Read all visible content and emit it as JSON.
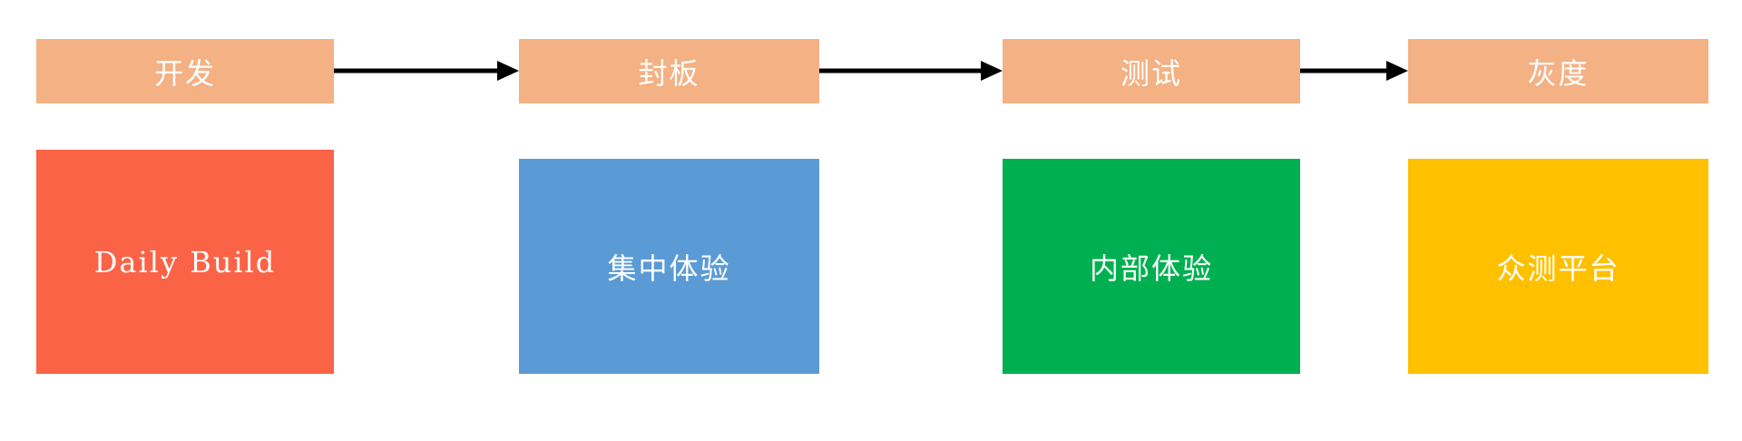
{
  "diagram": {
    "title": "release-pipeline-flow",
    "stages": [
      {
        "id": "dev",
        "label": "开发",
        "platform": "Daily Build",
        "platform_color": "#FB6347"
      },
      {
        "id": "freeze",
        "label": "封板",
        "platform": "集中体验",
        "platform_color": "#5B9BD5"
      },
      {
        "id": "test",
        "label": "测试",
        "platform": "内部体验",
        "platform_color": "#00B050"
      },
      {
        "id": "gray",
        "label": "灰度",
        "platform": "众测平台",
        "platform_color": "#FFC000"
      }
    ],
    "colors": {
      "stage_bg": "#F4B183",
      "label_text": "#FFFFFF",
      "arrow": "#000000",
      "background": "#FFFFFF"
    }
  }
}
